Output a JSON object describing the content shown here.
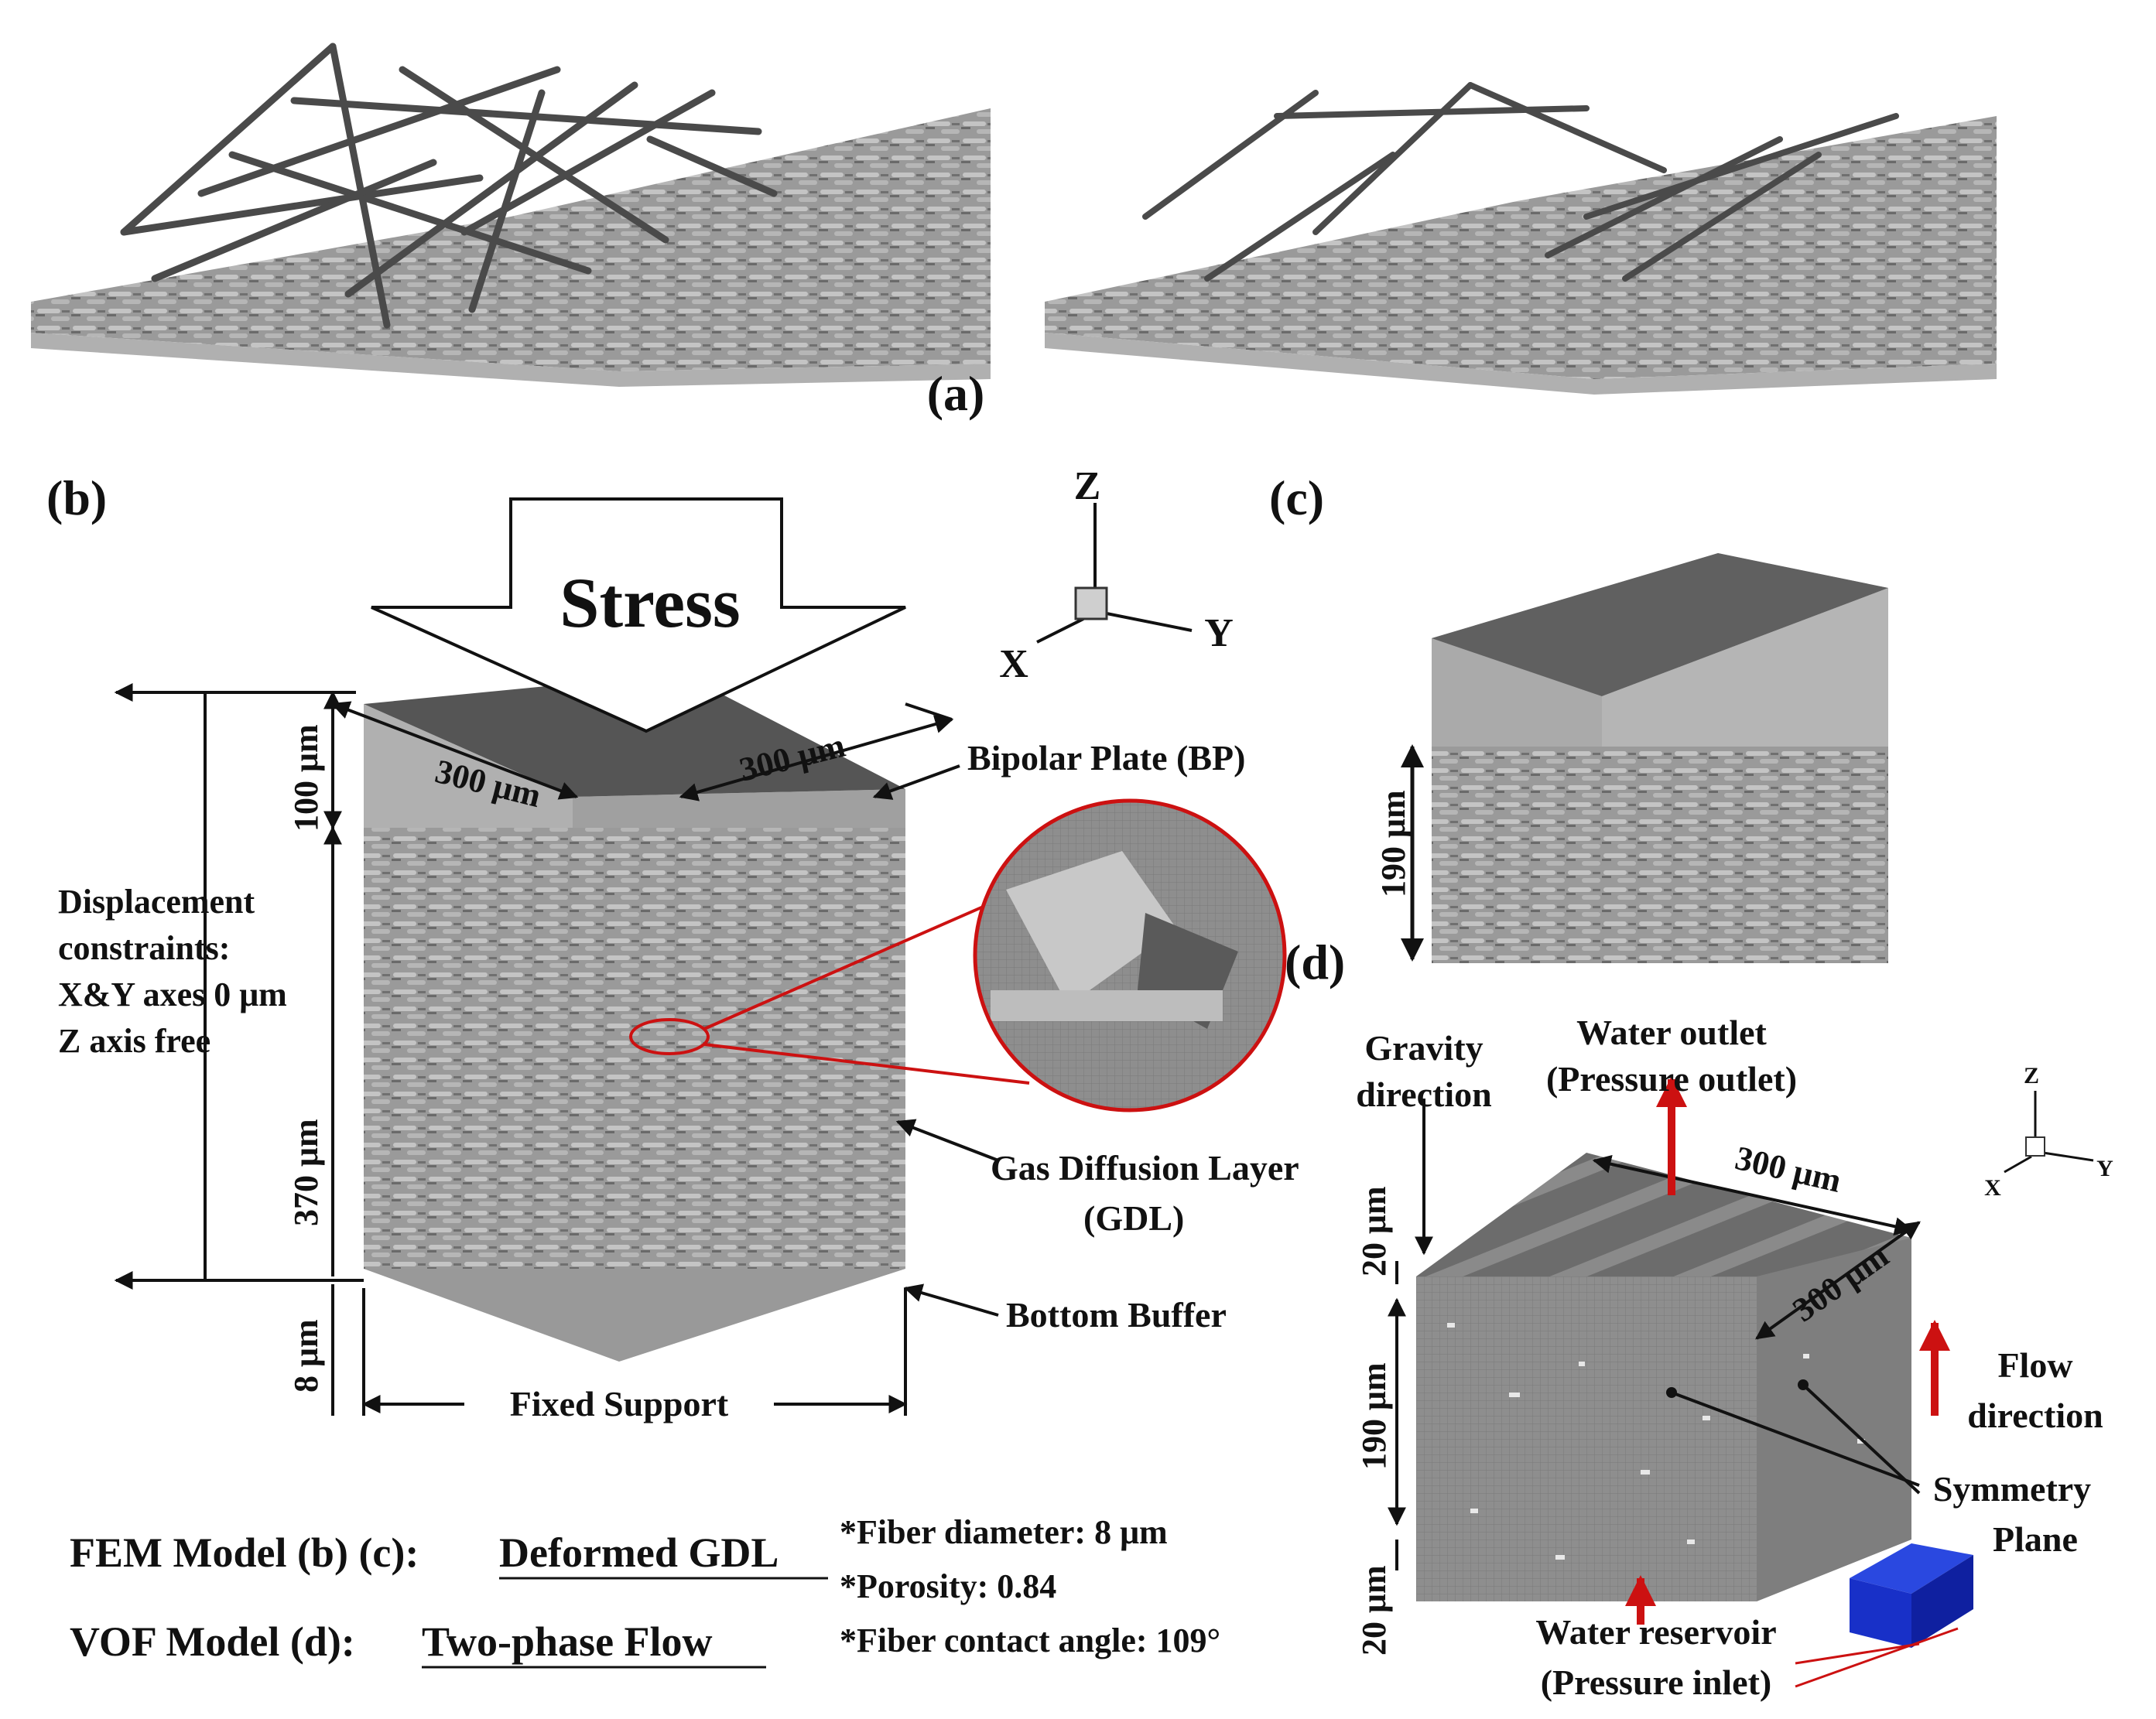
{
  "panels": {
    "a": "(a)",
    "b": "(b)",
    "c": "(c)",
    "d": "(d)"
  },
  "panel_b": {
    "stress": "Stress",
    "dim_x": "300 μm",
    "dim_y": "300 μm",
    "dim_bp": "100 μm",
    "dim_gdl": "370 μm",
    "dim_buffer": "8 μm",
    "bipolar_plate": "Bipolar Plate (BP)",
    "gdl_line1": "Gas Diffusion Layer",
    "gdl_line2": "(GDL)",
    "bottom_buffer": "Bottom Buffer",
    "fixed_support": "Fixed Support",
    "constraints": [
      "Displacement",
      "constraints:",
      "X&Y axes 0 μm",
      "Z axis free"
    ]
  },
  "axes_main": {
    "z": "Z",
    "x": "X",
    "y": "Y"
  },
  "panel_c": {
    "dim": "190 μm"
  },
  "panel_d": {
    "gravity": [
      "Gravity",
      "direction"
    ],
    "water_outlet": [
      "Water outlet",
      "(Pressure outlet)"
    ],
    "dim_x": "300 μm",
    "dim_y": "300 μm",
    "dim_top": "20 μm",
    "dim_mid": "190 μm",
    "dim_bottom": "20 μm",
    "flow": [
      "Flow",
      "direction"
    ],
    "symmetry": [
      "Symmetry",
      "Plane"
    ],
    "water_reservoir": [
      "Water reservoir",
      "(Pressure inlet)"
    ],
    "axes": {
      "z": "Z",
      "x": "X",
      "y": "Y"
    }
  },
  "models": {
    "fem_prefix": "FEM Model (b) (c):",
    "fem_value": "Deformed GDL",
    "vof_prefix": "VOF Model (d):",
    "vof_value": "Two-phase Flow"
  },
  "params": [
    "*Fiber diameter: 8 μm",
    "*Porosity: 0.84",
    "*Fiber contact angle: 109°"
  ],
  "colors": {
    "arrow_red": "#cc1111",
    "reservoir_blue": "#1830c8",
    "ink": "#111111"
  }
}
